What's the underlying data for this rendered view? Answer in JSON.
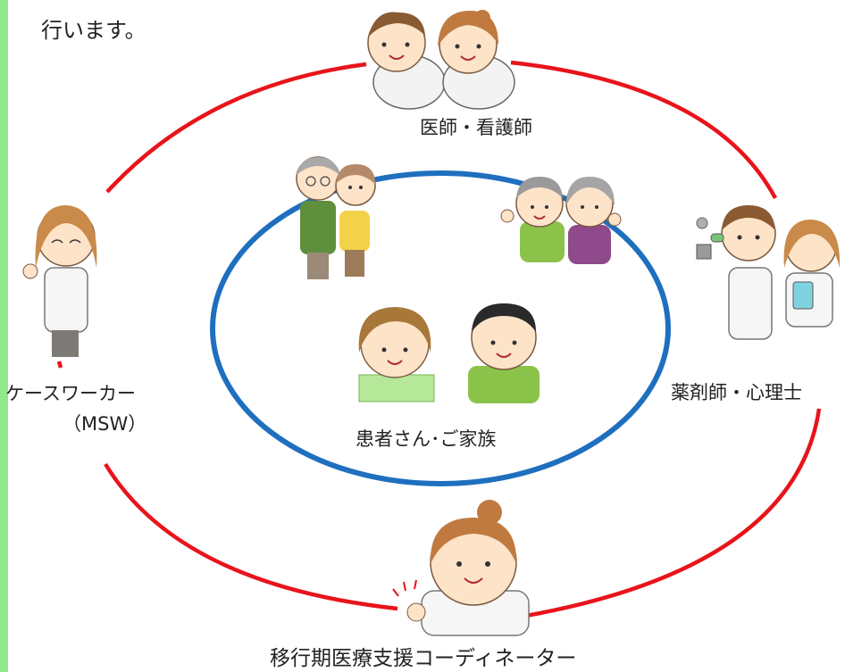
{
  "page": {
    "lead_text": "行います。"
  },
  "diagram": {
    "outer_ring_color": "#e8141b",
    "inner_ring_color": "#1f6fbf",
    "sidebar_color": "#8fe98a",
    "center_label": "患者さん･ご家族",
    "roles": {
      "doctors_nurses": "医師・看護師",
      "case_worker": "ケースワーカー",
      "case_worker_abbr": "（MSW）",
      "pharmacist_psychologist": "薬剤師・心理士",
      "transition_coordinator": "移行期医療支援コーディネーター"
    }
  }
}
